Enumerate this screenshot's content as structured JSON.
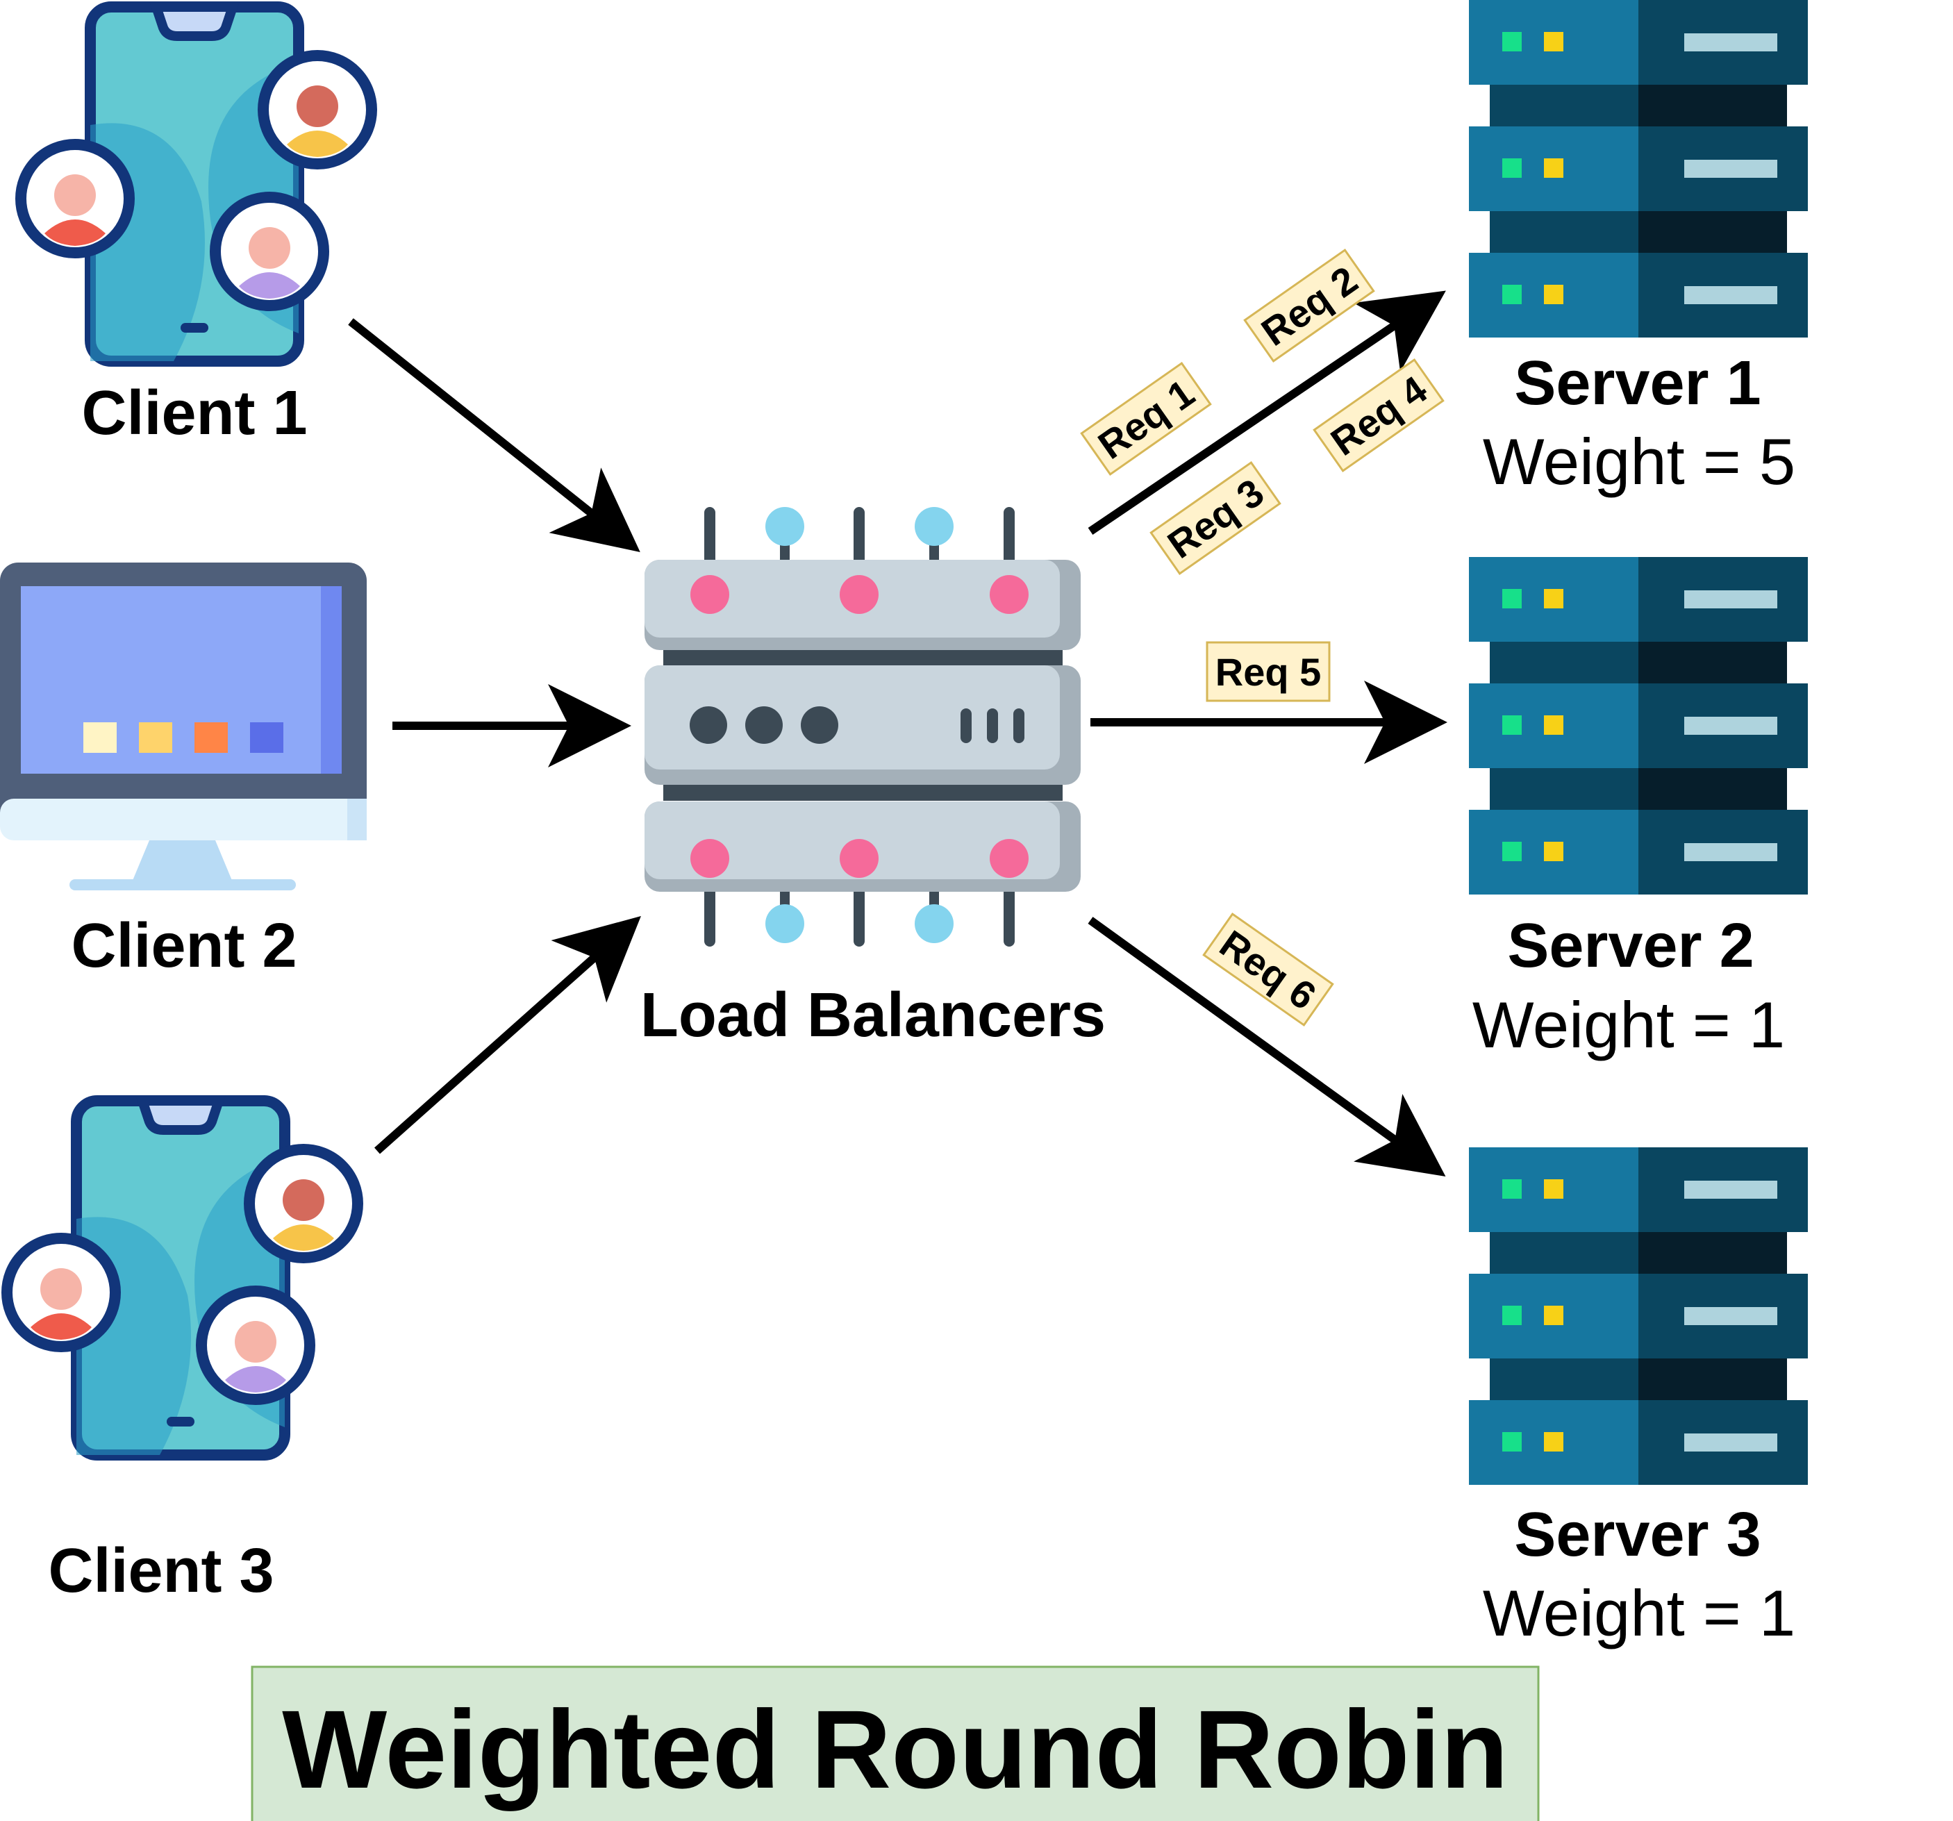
{
  "title": "Weighted Round Robin",
  "load_balancer": {
    "label": "Load Balancers"
  },
  "clients": [
    {
      "label": "Client 1",
      "icon": "smartphone-users-icon"
    },
    {
      "label": "Client 2",
      "icon": "desktop-monitor-icon"
    },
    {
      "label": "Client 3",
      "icon": "smartphone-users-icon"
    }
  ],
  "servers": [
    {
      "label": "Server 1",
      "weight": "Weight = 5"
    },
    {
      "label": "Server 2",
      "weight": "Weight = 1"
    },
    {
      "label": "Server 3",
      "weight": "Weight = 1"
    }
  ],
  "requests": [
    "Req 1",
    "Req 2",
    "Req 3",
    "Req 4",
    "Req 5",
    "Req 6"
  ],
  "colors": {
    "title_bg": "#d5e8d4",
    "title_border": "#82b366",
    "req_bg": "#fff2cc",
    "req_border": "#d6b656",
    "server_dark": "#0a4660",
    "server_light": "#1677a0",
    "lb_body": "#c9d5dd"
  }
}
